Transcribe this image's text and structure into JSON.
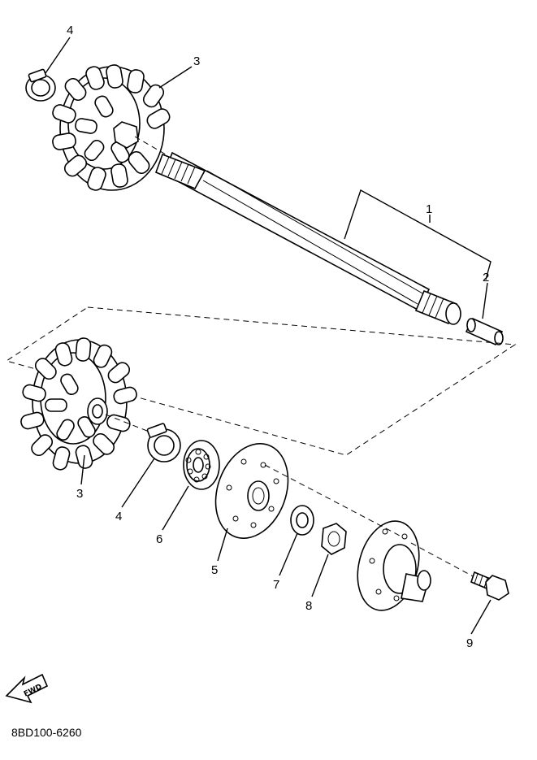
{
  "diagram": {
    "callouts": [
      "1",
      "2",
      "3",
      "4",
      "3",
      "4",
      "5",
      "6",
      "7",
      "8",
      "9"
    ],
    "fwd_label": "FWD",
    "drawing_code": "8BD100-6260"
  }
}
